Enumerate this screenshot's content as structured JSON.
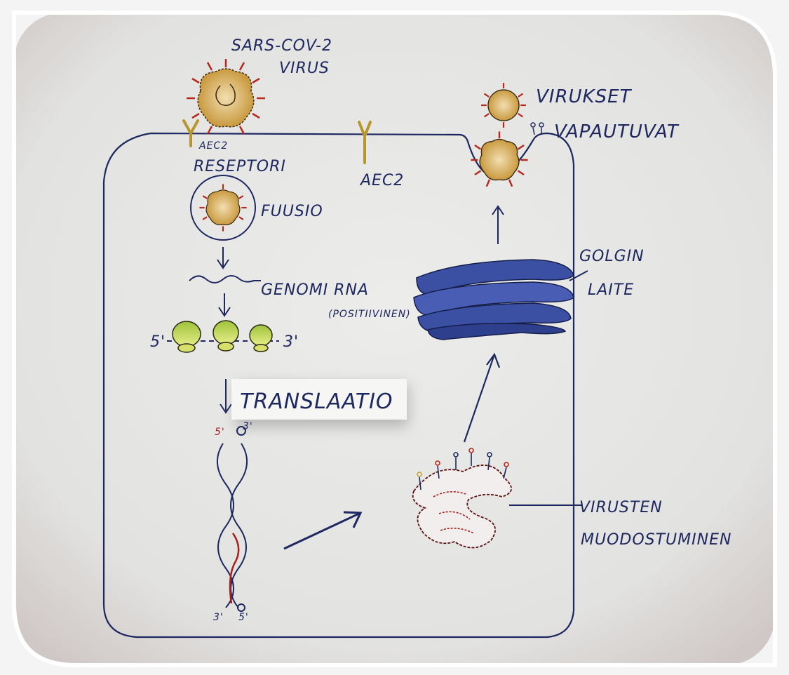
{
  "labels": {
    "virus_name_line1": "SARS-COV-2",
    "virus_name_line2": "VIRUS",
    "receptor_ace2_left": "AEC2",
    "receptor_word": "RESEPTORI",
    "fusion": "FUUSIO",
    "genomic_rna": "GENOMI RNA",
    "positive_strand": "(POSITIIVINEN)",
    "five_prime": "5'",
    "three_prime": "3'",
    "translation": "TRANSLAATIO",
    "helix_top_5": "5'",
    "helix_top_3": "3'",
    "helix_bottom_3": "3'",
    "helix_bottom_5": "5'",
    "receptor_ace2_right": "AEC2",
    "golgi_line1": "GOLGIN",
    "golgi_line2": "LAITE",
    "release_line1": "VIRUKSET",
    "release_line2": "VAPAUTUVAT",
    "assembly_line1": "VIRUSTEN",
    "assembly_line2": "MUODOSTUMINEN"
  },
  "colors": {
    "background": "#e4e4e2",
    "ink": "#1e2860",
    "virus_body": "#d9b35a",
    "virus_spike_red": "#b8261c",
    "ribosome_green": "#c9d84a",
    "golgi_blue": "#3b4fa3",
    "rna_red": "#a8201a"
  },
  "icons": {
    "virus": "virus-icon",
    "receptor": "y-receptor-icon",
    "ribosome": "ribosome-icon",
    "golgi": "golgi-apparatus-icon",
    "er": "endoplasmic-reticulum-icon"
  }
}
